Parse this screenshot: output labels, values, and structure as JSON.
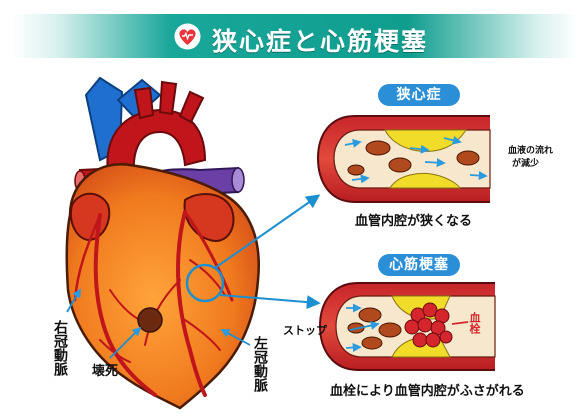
{
  "title": "狭心症と心筋梗塞",
  "panels": {
    "angina": {
      "label": "狭心症",
      "caption": "血管内腔が狭くなる",
      "flow_note_line1": "血液の流れ",
      "flow_note_line2": "が減少"
    },
    "infarction": {
      "label": "心筋梗塞",
      "caption": "血栓により血管内腔がふさがれる",
      "stop_label": "ストップ",
      "clot_label": "血栓"
    }
  },
  "heart_labels": {
    "right_coronary": "右冠動脈",
    "left_coronary": "左冠動脈",
    "necrosis": "壊死"
  },
  "colors": {
    "title_band": "#0f9d8e",
    "pill": "#2a8fd6",
    "heart_orange": "#f07a1e",
    "heart_red": "#c0151a",
    "aorta_blue": "#1e6fd0",
    "vein_purple": "#6a3fa6",
    "arrow_blue": "#1c8fd0",
    "clot_red": "#d4262c"
  }
}
